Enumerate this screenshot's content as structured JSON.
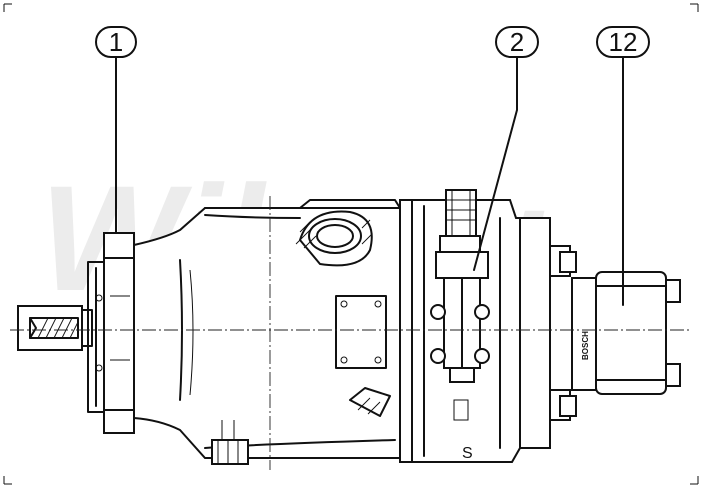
{
  "callouts": [
    {
      "label": "1"
    },
    {
      "label": "2"
    },
    {
      "label": "12"
    }
  ],
  "watermark": "Wiberg",
  "brand_mark": "BOSCH",
  "port_marking": "S",
  "icons": {
    "corner_marks": "crop-mark-icon"
  }
}
